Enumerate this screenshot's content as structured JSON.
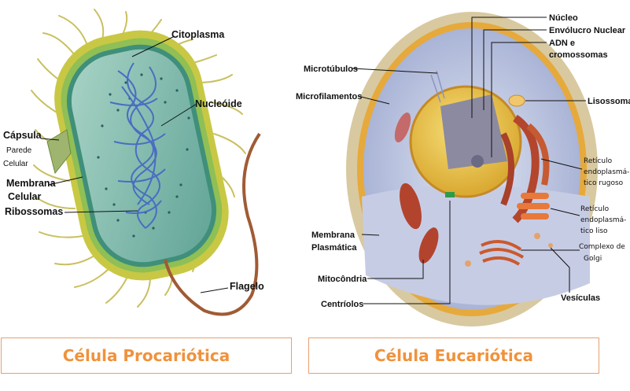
{
  "prokaryote": {
    "caption": "Célula Procariótica",
    "labels": {
      "citoplasma": "Citoplasma",
      "nucleoide": "Nucleóide",
      "capsula": "Cápsula",
      "parede_1": "Parede",
      "parede_2": "Celular",
      "membrana_1": "Membrana",
      "membrana_2": "Celular",
      "ribossomas": "Ribossomas",
      "flagelo": "Flagelo"
    }
  },
  "eukaryote": {
    "caption": "Célula Eucariótica",
    "labels": {
      "nucleo": "Núcleo",
      "envolucro": "Envólucro Nuclear",
      "adn_1": "ADN e",
      "adn_2": "cromossomas",
      "microtubulos": "Microtúbulos",
      "microfilamentos": "Microfilamentos",
      "lisossomas": "Lisossomas",
      "reticulo_rugoso_1": "Retículo",
      "reticulo_rugoso_2": "endoplasmá-",
      "reticulo_rugoso_3": "tico rugoso",
      "reticulo_liso_1": "Retículo",
      "reticulo_liso_2": "endoplasmá-",
      "reticulo_liso_3": "tico liso",
      "membrana_1": "Membrana",
      "membrana_2": "Plasmática",
      "golgi_1": "Complexo de",
      "golgi_2": "Golgi",
      "mitocondria": "Mitocôndria",
      "vesiculas": "Vesículas",
      "centriolos": "Centríolos"
    }
  },
  "colors": {
    "caption_text": "#f0923c",
    "caption_border": "#e8a070"
  }
}
